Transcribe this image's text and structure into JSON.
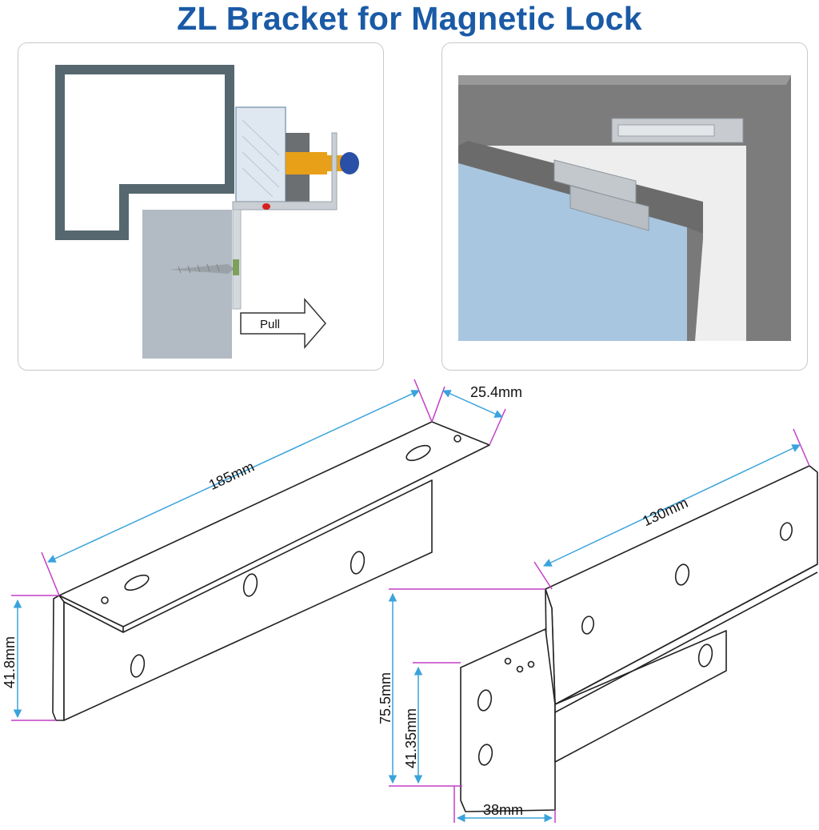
{
  "title": "ZL Bracket for Magnetic Lock",
  "diagram": {
    "pull_label": "Pull"
  },
  "dimensions": {
    "z_length": "185mm",
    "z_width": "25.4mm",
    "z_height": "41.8mm",
    "l_length": "130mm",
    "l_height_outer": "75.5mm",
    "l_height_inner": "41.35mm",
    "l_depth": "38mm"
  },
  "colors": {
    "title": "#1a5aa6",
    "dimension_line": "#3aa3dc",
    "extension_line": "#c23fc7"
  }
}
